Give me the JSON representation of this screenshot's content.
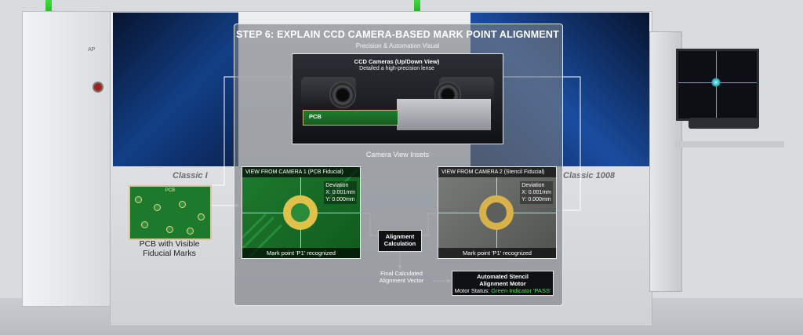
{
  "header": {
    "title": "STEP 6: EXPLAIN CCD CAMERA-BASED MARK POINT ALIGNMENT",
    "subtitle": "Precision & Automation Visual"
  },
  "camera_panel": {
    "title": "CCD Cameras (Up/Down View)",
    "subtitle": "Detailed a high-precision lense",
    "pcb_label": "PCB"
  },
  "insets_label": "Camera View Insets",
  "view1": {
    "title": "VIEW FROM CAMERA 1 (PCB Fiducial)",
    "deviation_label": "Deviation",
    "x": "X: 0.001mm",
    "y": "Y: 0.000mm",
    "caption": "Mark point 'P1' recognized"
  },
  "view2": {
    "title": "VIEW FROM CAMERA 2 (Stencil Fiducial)",
    "deviation_label": "Deviation",
    "x": "X: 0.001mm",
    "y": "Y: 0.000mm",
    "caption": "Mark point 'P1' recognized"
  },
  "alignment": {
    "line1": "Alignment",
    "line2": "Calculation"
  },
  "vector": {
    "line1": "Final Calculated",
    "line2": "Alignment Vector"
  },
  "motor": {
    "line1": "Automated Stencil",
    "line2": "Alignment Motor",
    "status_label": "Motor Status: ",
    "status_value": "Green Indicator 'PASS'",
    "status_color": "#55e35a"
  },
  "pcb_board": {
    "board_text": "PCB",
    "caption_line1": "PCB with Visible",
    "caption_line2": "Fiducial Marks"
  },
  "machine": {
    "brand_left": "Classic I",
    "brand_right": "Classic 1008",
    "logo": "AP"
  },
  "colors": {
    "window_blue": "#123f86",
    "pcb_green": "#1d7a2c",
    "fiducial_gold": "#e0c24a"
  }
}
